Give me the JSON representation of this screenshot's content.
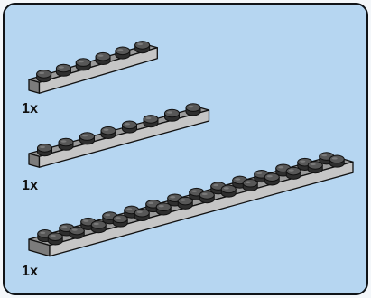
{
  "parts": [
    {
      "name": "plate-1x6",
      "studs": 6,
      "rows": 1,
      "quantity": "1x"
    },
    {
      "name": "plate-1x8",
      "studs": 8,
      "rows": 1,
      "quantity": "1x"
    },
    {
      "name": "plate-2x14",
      "studs": 14,
      "rows": 2,
      "quantity": "1x"
    }
  ],
  "colors": {
    "panel_background": "#b6d6f1",
    "panel_border": "#101418",
    "brick_top": "#9a9a9a",
    "brick_side": "#c6c6c6",
    "brick_end": "#7c7c7c",
    "stud_top": "#575757",
    "stud_side": "#2e2e2e",
    "outline": "#111111"
  }
}
